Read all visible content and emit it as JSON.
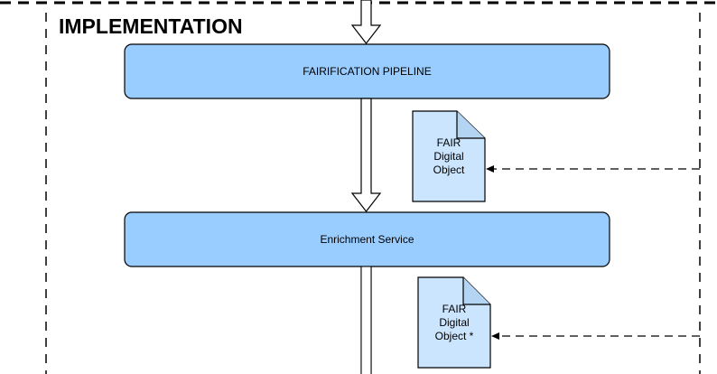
{
  "section": {
    "title": "IMPLEMENTATION"
  },
  "boxes": {
    "pipeline": {
      "label": "FAIRIFICATION PIPELINE"
    },
    "enrichment": {
      "label": "Enrichment Service"
    }
  },
  "documents": {
    "fdo": {
      "lines": [
        "FAIR",
        "Digital",
        "Object"
      ]
    },
    "fdo_star": {
      "lines": [
        "FAIR",
        "Digital",
        "Object *"
      ]
    }
  },
  "colors": {
    "box_fill": "#99ccff",
    "doc_fill": "#cce5ff",
    "stroke": "#000000",
    "background": "#ffffff"
  }
}
